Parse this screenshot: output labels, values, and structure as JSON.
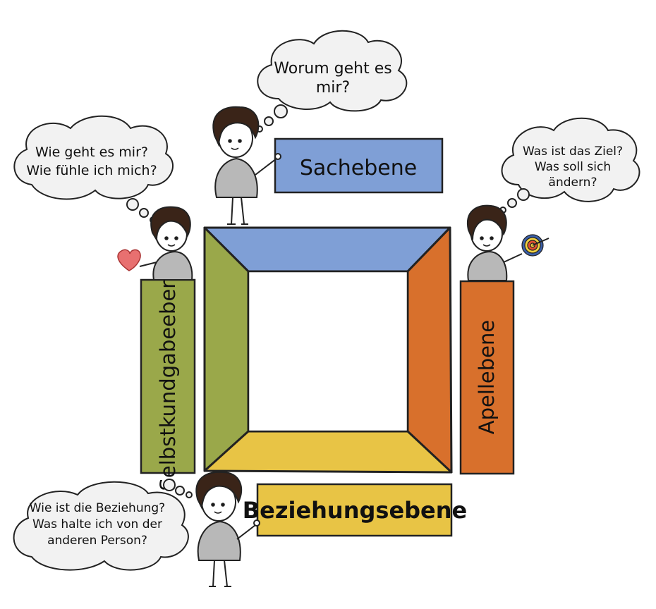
{
  "colors": {
    "sach": "#7f9fd6",
    "selbst": "#9aa84a",
    "apell": "#d8702c",
    "beziehung": "#e8c445",
    "outline": "#222222",
    "cloud": "#f2f2f2",
    "person": "#b8b8b8",
    "hair": "#3a2418",
    "heart": "#e87070"
  },
  "labels": {
    "sachebene": "Sachebene",
    "selbstkundgabe": "Selbstkundgabeebene",
    "apell": "Apellebene",
    "beziehung": "Beziehungsebene"
  },
  "thoughts": {
    "top": [
      "Worum geht es",
      "mir?"
    ],
    "left": [
      "Wie geht es mir?",
      "Wie fühle ich mich?"
    ],
    "right": [
      "Was ist das Ziel?",
      "Was soll sich",
      "ändern?"
    ],
    "bottom": [
      "Wie ist die Beziehung?",
      "Was halte ich von der",
      "anderen Person?"
    ]
  },
  "icons": {
    "heart": "heart-icon",
    "target": "target-icon"
  }
}
